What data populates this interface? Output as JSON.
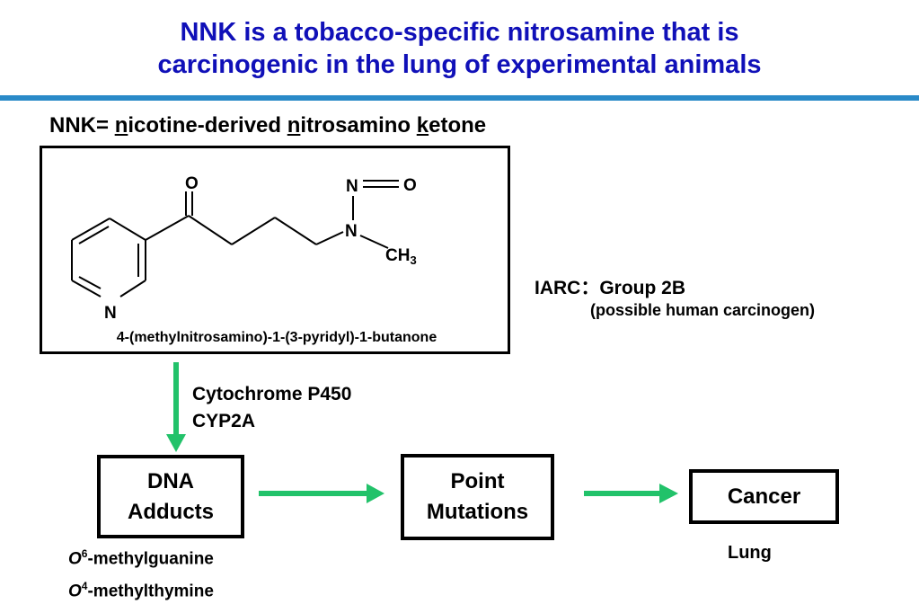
{
  "slide": {
    "title_line1": "NNK is a tobacco-specific nitrosamine that is",
    "title_line2": "carcinogenic in the lung of experimental animals",
    "title_color": "#1010b8",
    "rule_color": "#2a8ac8",
    "arrow_color": "#22c26a"
  },
  "definition": {
    "prefix": "NNK= ",
    "word1_initial": "n",
    "word1_rest": "icotine-derived ",
    "word2_initial": "n",
    "word2_rest": "itrosamino ",
    "word3_initial": "k",
    "word3_rest": "etone"
  },
  "structure": {
    "atom_o_ketone": "O",
    "atom_n_nitroso": "N",
    "atom_o_nitroso": "O",
    "atom_n_amine": "N",
    "methyl_ch": "CH",
    "methyl_sub": "3",
    "atom_n_pyridine": "N",
    "chemical_name": "4-(methylnitrosamino)-1-(3-pyridyl)-1-butanone"
  },
  "iarc": {
    "label": "IARC：Group 2B",
    "sub": "(possible human carcinogen)"
  },
  "enzyme": {
    "line1": "Cytochrome P450",
    "line2": "CYP2A"
  },
  "nodes": {
    "dna_adducts": "DNA\nAdducts",
    "point_mutations": "Point\nMutations",
    "cancer": "Cancer"
  },
  "adducts": {
    "a1_italic": "O",
    "a1_sup": "6",
    "a1_rest": "-methylguanine",
    "a2_italic": "O",
    "a2_sup": "4",
    "a2_rest": "-methylthymine"
  },
  "organ": "Lung"
}
